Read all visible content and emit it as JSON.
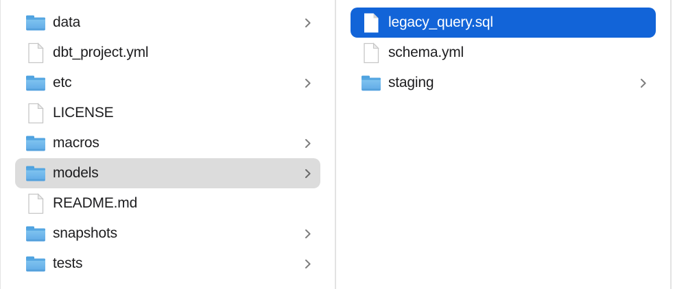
{
  "columns": {
    "left": {
      "items": [
        {
          "label": "data",
          "type": "folder",
          "selected": false,
          "chevron": true
        },
        {
          "label": "dbt_project.yml",
          "type": "file",
          "selected": false,
          "chevron": false
        },
        {
          "label": "etc",
          "type": "folder",
          "selected": false,
          "chevron": true
        },
        {
          "label": "LICENSE",
          "type": "file",
          "selected": false,
          "chevron": false
        },
        {
          "label": "macros",
          "type": "folder",
          "selected": false,
          "chevron": true
        },
        {
          "label": "models",
          "type": "folder",
          "selected": true,
          "selection_style": "inactive-gray",
          "chevron": true
        },
        {
          "label": "README.md",
          "type": "file",
          "selected": false,
          "chevron": false
        },
        {
          "label": "snapshots",
          "type": "folder",
          "selected": false,
          "chevron": true
        },
        {
          "label": "tests",
          "type": "folder",
          "selected": false,
          "chevron": true
        }
      ]
    },
    "right": {
      "items": [
        {
          "label": "legacy_query.sql",
          "type": "file",
          "selected": true,
          "selection_style": "active-blue",
          "chevron": false
        },
        {
          "label": "schema.yml",
          "type": "file",
          "selected": false,
          "chevron": false
        },
        {
          "label": "staging",
          "type": "folder",
          "selected": false,
          "chevron": true
        }
      ]
    }
  },
  "colors": {
    "selection_blue": "#1264d8",
    "selection_gray": "#dcdcdc",
    "divider": "#e3e3e3",
    "text": "#1d1d1f",
    "selected_text": "#ffffff",
    "chevron": "#7d7d7d",
    "folder_tab": "#4da2e0",
    "folder_body_top": "#85c8f1",
    "folder_body_bottom": "#5fa9e6"
  }
}
